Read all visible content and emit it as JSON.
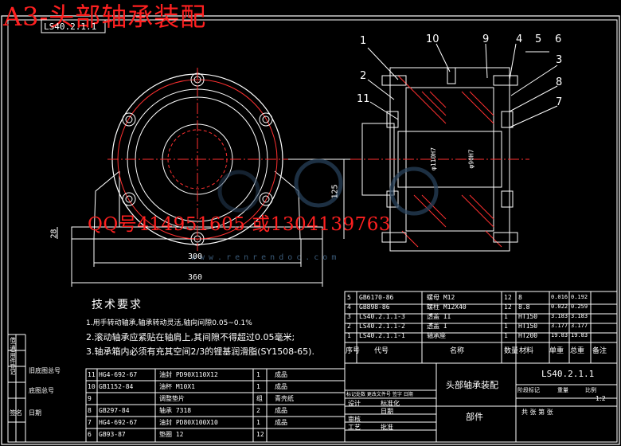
{
  "overlay_title": "A3-头部轴承装配",
  "watermark_qq": "QQ号414951605 或1304139763",
  "watermark_url": "www.renrendoc.com",
  "drawing_code": "LS40.2.1.1",
  "dimensions": {
    "width_300": "300",
    "width_360": "360",
    "height_125": "125",
    "height_28": "28"
  },
  "callouts": [
    "1",
    "2",
    "3",
    "4",
    "5",
    "6",
    "7",
    "8",
    "9",
    "10",
    "11"
  ],
  "section_texts": [
    "φ110H7",
    "φ90H7"
  ],
  "tech_req": {
    "title": "技术要求",
    "lines": [
      "1.用手转动轴承,轴承转动灵活,轴向间隙0.05~0.1%",
      "2.滚动轴承应紧贴在轴肩上,其间隙不得超过0.05毫米;",
      "3.轴承箱内必须有充其空间2/3的锂基润滑脂(SY1508-65)."
    ]
  },
  "bom_right": [
    {
      "no": "5",
      "code": "GB6170-86",
      "name": "螺母 M12",
      "qty": "12",
      "mat": "8",
      "w1": "0.016",
      "w2": "0.192"
    },
    {
      "no": "4",
      "code": "GB898-86",
      "name": "螺柱 M12X40",
      "qty": "12",
      "mat": "8.8",
      "w1": "0.022",
      "w2": "0.259"
    },
    {
      "no": "3",
      "code": "LS40.2.1.1-3",
      "name": "透盖 II",
      "qty": "1",
      "mat": "HT150",
      "w1": "3.183",
      "w2": "3.183"
    },
    {
      "no": "2",
      "code": "LS40.2.1.1-2",
      "name": "透盖 I",
      "qty": "1",
      "mat": "HT150",
      "w1": "3.177",
      "w2": "3.177"
    },
    {
      "no": "1",
      "code": "LS40.2.1.1-1",
      "name": "轴承座",
      "qty": "1",
      "mat": "HT200",
      "w1": "19.83",
      "w2": "19.83"
    }
  ],
  "bom_header": {
    "no": "序号",
    "code": "代号",
    "name": "名称",
    "qty": "数量",
    "mat": "材料",
    "unit": "单重",
    "total": "总重",
    "note": "备注"
  },
  "bom_left": [
    {
      "no": "11",
      "code": "HG4-692-67",
      "name": "油封 PD90X110X12",
      "qty": "1",
      "note": "成品"
    },
    {
      "no": "10",
      "code": "GB1152-84",
      "name": "油杯 M10X1",
      "qty": "1",
      "note": "成品"
    },
    {
      "no": "9",
      "code": "",
      "name": "调整垫片",
      "qty": "组",
      "note": "青壳纸"
    },
    {
      "no": "8",
      "code": "GB297-84",
      "name": "轴承 7318",
      "qty": "2",
      "note": "成品"
    },
    {
      "no": "7",
      "code": "HG4-692-67",
      "name": "油封 PD80X100X10",
      "qty": "1",
      "note": "成品"
    },
    {
      "no": "6",
      "code": "GB93-87",
      "name": "垫圈 12",
      "qty": "12",
      "note": ""
    }
  ],
  "title_block": {
    "drawing_name": "头部轴承装配",
    "drawing_no": "LS40.2.1.1",
    "part_label": "部件",
    "stage_label": "阶段标记",
    "weight_label": "重量",
    "scale_label": "比例",
    "scale_value": "1:2",
    "sheet_info": "共 张 第 张",
    "rev_header": "标记处数 更改文件号 签字 日期",
    "design": "设计",
    "standard": "标准化",
    "check": "审核",
    "process": "工艺",
    "approve": "批准",
    "date": "日期"
  },
  "left_strip": [
    "借(通)用件登记",
    "旧底图总号",
    "底图总号",
    "签名",
    "日期"
  ]
}
